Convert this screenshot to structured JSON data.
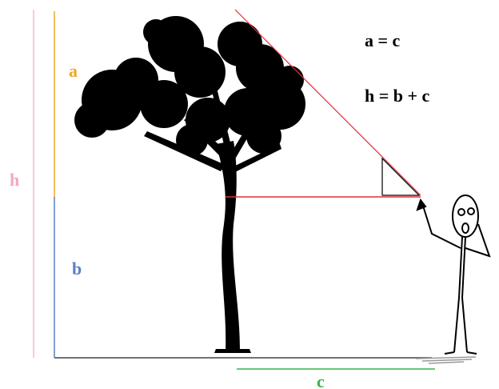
{
  "labels": {
    "a": "a",
    "b": "b",
    "h": "h",
    "c": "c"
  },
  "formulas": {
    "line1": "a = c",
    "line2": "h = b + c"
  },
  "colors": {
    "a": "#f5a623",
    "b": "#5b7fc4",
    "h": "#f4a6c8",
    "c": "#3cb44b",
    "sight": "#e03030",
    "ink": "#000000"
  },
  "icons": {
    "tree": "tree-silhouette-icon",
    "person": "stick-figure-icon",
    "set_square": "set-square-icon"
  }
}
